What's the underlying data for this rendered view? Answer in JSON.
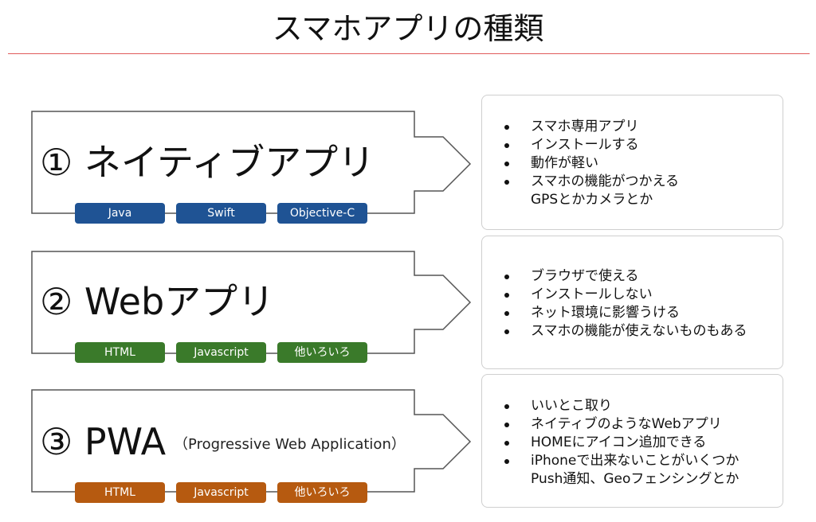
{
  "title": "スマホアプリの種類",
  "apps": [
    {
      "title": "① ネイティブアプリ",
      "subtitle": "",
      "tags": [
        "Java",
        "Swift",
        "Objective-C"
      ],
      "color": "#1f5394",
      "features": [
        {
          "text": "スマホ専用アプリ",
          "sub": ""
        },
        {
          "text": "インストールする",
          "sub": ""
        },
        {
          "text": "動作が軽い",
          "sub": ""
        },
        {
          "text": "スマホの機能がつかえる",
          "sub": "GPSとかカメラとか"
        }
      ]
    },
    {
      "title": "② Webアプリ",
      "subtitle": "",
      "tags": [
        "HTML",
        "Javascript",
        "他いろいろ"
      ],
      "color": "#3a7a2a",
      "features": [
        {
          "text": "ブラウザで使える",
          "sub": ""
        },
        {
          "text": "インストールしない",
          "sub": ""
        },
        {
          "text": "ネット環境に影響うける",
          "sub": ""
        },
        {
          "text": "スマホの機能が使えないものもある",
          "sub": ""
        }
      ]
    },
    {
      "title": "③ PWA",
      "subtitle": "（Progressive Web Application）",
      "tags": [
        "HTML",
        "Javascript",
        "他いろいろ"
      ],
      "color": "#b65a10",
      "features": [
        {
          "text": "いいとこ取り",
          "sub": ""
        },
        {
          "text": "ネイティブのようなWebアプリ",
          "sub": ""
        },
        {
          "text": "HOMEにアイコン追加できる",
          "sub": ""
        },
        {
          "text": "iPhoneで出来ないことがいくつか",
          "sub": "Push通知、Geoフェンシングとか"
        }
      ]
    }
  ]
}
